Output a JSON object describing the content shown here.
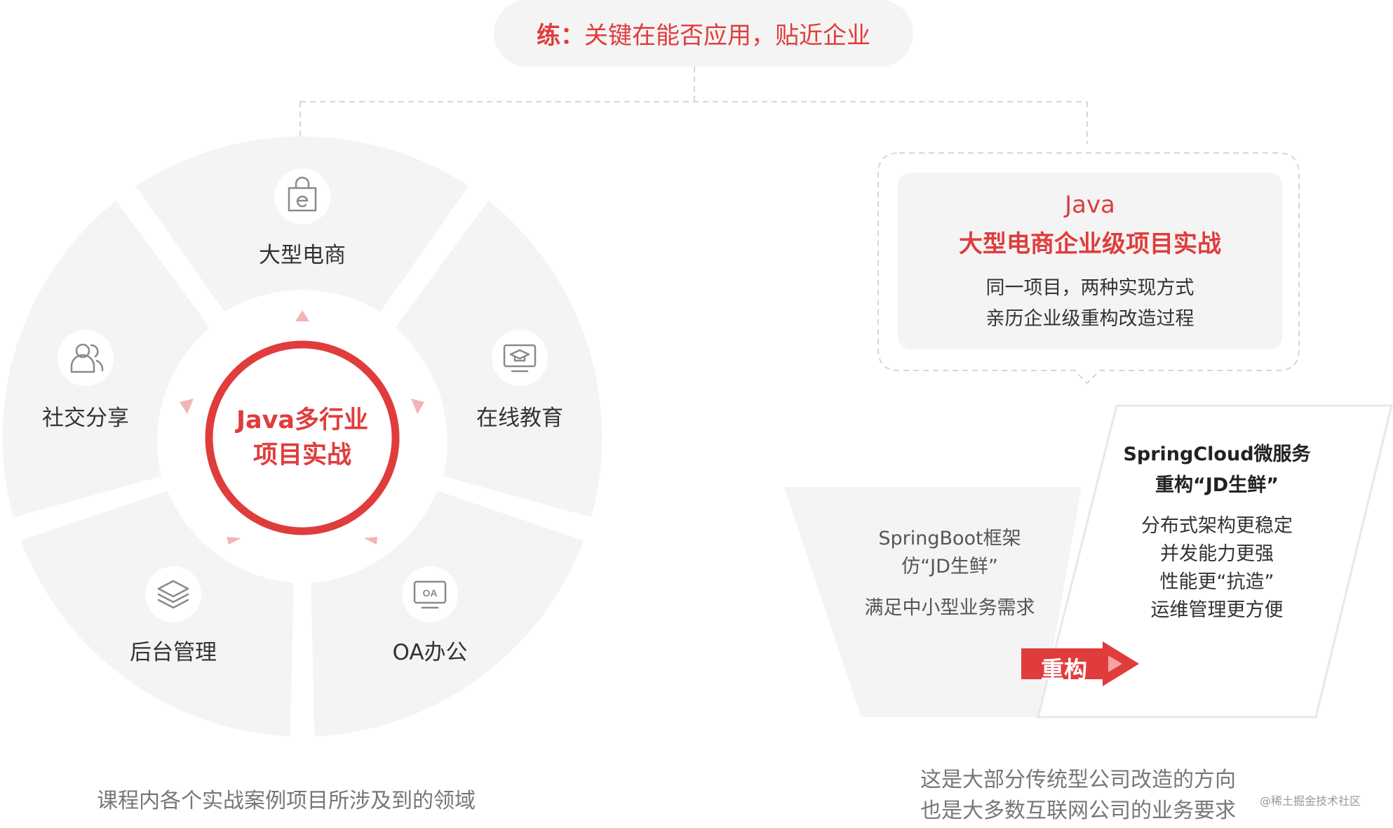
{
  "top": {
    "key": "练：",
    "text": "关键在能否应用，贴近企业"
  },
  "wheel": {
    "center_line1": "Java多行业",
    "center_line2": "项目实战",
    "segments": [
      {
        "label": "大型电商",
        "icon": "shopping-bag-e-icon"
      },
      {
        "label": "在线教育",
        "icon": "monitor-graduation-icon"
      },
      {
        "label": "OA办公",
        "icon": "oa-monitor-icon"
      },
      {
        "label": "后台管理",
        "icon": "layers-icon"
      },
      {
        "label": "社交分享",
        "icon": "users-icon"
      }
    ],
    "caption": "课程内各个实战案例项目所涉及到的领域"
  },
  "card": {
    "line1": "Java",
    "line2": "大型电商企业级项目实战",
    "line3": "同一项目，两种实现方式",
    "line4": "亲历企业级重构改造过程"
  },
  "springboot": {
    "line1": "SpringBoot框架",
    "line2": "仿“JD生鲜”",
    "sub": "满足中小型业务需求"
  },
  "springcloud": {
    "line1": "SpringCloud微服务",
    "line2": "重构“JD生鲜”",
    "points": [
      "分布式架构更稳定",
      "并发能力更强",
      "性能更“抗造”",
      "运维管理更方便"
    ]
  },
  "refactor_label": "重构",
  "footer_right": {
    "line1": "这是大部分传统型公司改造的方向",
    "line2": "也是大多数互联网公司的业务要求"
  },
  "watermark": "@稀土掘金技术社区",
  "colors": {
    "accent": "#e03c3c",
    "segment": "#f4f4f4",
    "dashed": "#d6d6d6"
  }
}
